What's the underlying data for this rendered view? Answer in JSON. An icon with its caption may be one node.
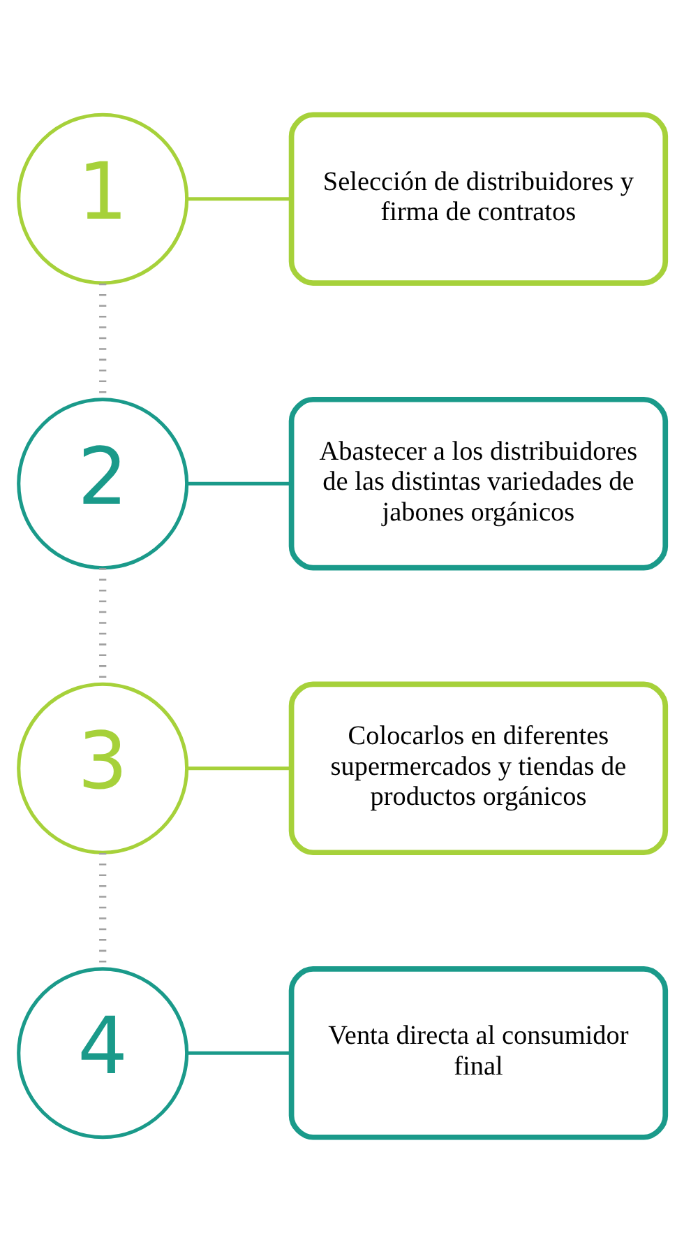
{
  "diagram": {
    "nodes": [
      {
        "text": [
          "1"
        ]
      },
      {
        "text": [
          "Selección de distribuidores y firma de contratos"
        ]
      },
      {
        "text": [
          "2"
        ]
      },
      {
        "text": [
          "Abastecer a los distribuidores de las distintas variedades de jabones orgánicos"
        ]
      },
      {
        "text": [
          "3"
        ]
      },
      {
        "text": [
          "Colocarlos en diferentes supermercados y tiendas de productos orgánicos"
        ]
      },
      {
        "text": [
          "4"
        ]
      },
      {
        "text": [
          "Venta directa al consumidor final"
        ]
      }
    ],
    "edges": [
      {
        "from": 0,
        "to": 1,
        "arrow": "none",
        "color": "#a6d13a"
      },
      {
        "from": 2,
        "to": 3,
        "arrow": "none",
        "color": "#1a9a8a"
      },
      {
        "from": 4,
        "to": 5,
        "arrow": "none",
        "color": "#a6d13a"
      },
      {
        "from": 6,
        "to": 7,
        "arrow": "none",
        "color": "#1a9a8a"
      },
      {
        "from": 0,
        "to": 2,
        "arrow": "none",
        "style": "dashed",
        "color": "#a0a0a0"
      },
      {
        "from": 2,
        "to": 4,
        "arrow": "none",
        "style": "dashed",
        "color": "#a0a0a0"
      },
      {
        "from": 4,
        "to": 6,
        "arrow": "none",
        "style": "dashed",
        "color": "#a0a0a0"
      }
    ]
  }
}
